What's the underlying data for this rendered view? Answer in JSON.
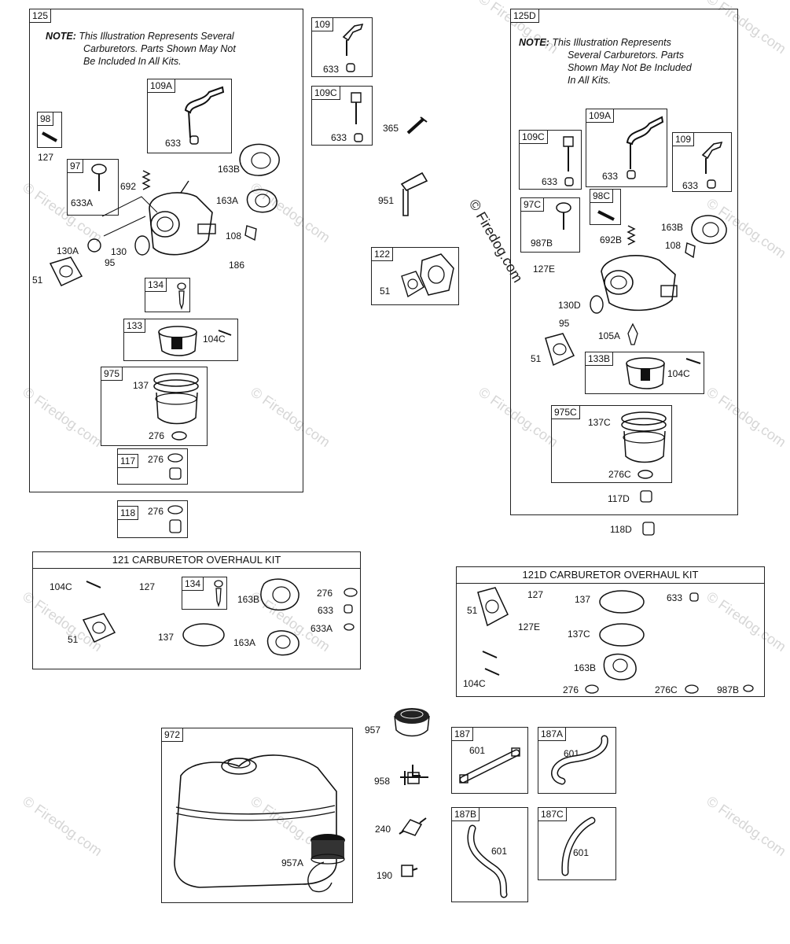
{
  "notes": {
    "left_bold": "NOTE:",
    "left_lines": [
      "This Illustration Represents Several",
      "Carburetors. Parts Shown May Not",
      "Be Included In All Kits."
    ],
    "right_bold": "NOTE:",
    "right_lines": [
      "This Illustration Represents",
      "Several Carburetors. Parts",
      "Shown May Not Be Included",
      "In All Kits."
    ]
  },
  "watermark": "© Firedog.com",
  "copyright": "© Firedog.com",
  "tags": {
    "k125": "125",
    "k109A": "109A",
    "k98": "98",
    "k97": "97",
    "k134": "134",
    "k133": "133",
    "k975": "975",
    "k117": "117",
    "k118": "118",
    "k109": "109",
    "k109C": "109C",
    "k122": "122",
    "k125D": "125D",
    "r109C": "109C",
    "r109A": "109A",
    "r109": "109",
    "r97C": "97C",
    "r98C": "98C",
    "r133B": "133B",
    "r975C": "975C",
    "kit134": "134",
    "k972": "972",
    "k187": "187",
    "k187A": "187A",
    "k187B": "187B",
    "k187C": "187C"
  },
  "kits": {
    "k121_title": "121 CARBURETOR OVERHAUL KIT",
    "k121D_title": "121D CARBURETOR OVERHAUL KIT"
  },
  "labels": {
    "l633a": "633",
    "l127": "127",
    "l633A": "633A",
    "l692": "692",
    "l163B": "163B",
    "l163A": "163A",
    "l108": "108",
    "l130A": "130A",
    "l130": "130",
    "l95": "95",
    "l51": "51",
    "l186": "186",
    "l104C": "104C",
    "l137": "137",
    "l276a": "276",
    "l276b": "276",
    "l276c": "276",
    "l633b": "633",
    "l633c": "633",
    "l365": "365",
    "l951": "951",
    "l51b": "51",
    "r633a": "633",
    "r633b": "633",
    "r633c": "633",
    "r987B": "987B",
    "r127E": "127E",
    "r692B": "692B",
    "r163B": "163B",
    "r108": "108",
    "r130D": "130D",
    "r95": "95",
    "r105A": "105A",
    "r51": "51",
    "r104C": "104C",
    "r137C": "137C",
    "r276C": "276C",
    "r117D": "117D",
    "r118D": "118D",
    "k1_104C": "104C",
    "k1_127": "127",
    "k1_163B": "163B",
    "k1_276": "276",
    "k1_633": "633",
    "k1_633A": "633A",
    "k1_51": "51",
    "k1_137": "137",
    "k1_163A": "163A",
    "k2_51": "51",
    "k2_127": "127",
    "k2_137": "137",
    "k2_633": "633",
    "k2_127E": "127E",
    "k2_137C": "137C",
    "k2_163B": "163B",
    "k2_104C": "104C",
    "k2_276": "276",
    "k2_276C": "276C",
    "k2_987B": "987B",
    "t957": "957",
    "t958": "958",
    "t240": "240",
    "t190": "190",
    "t957A": "957A",
    "h601a": "601",
    "h601b": "601",
    "h601c": "601",
    "h601d": "601"
  }
}
